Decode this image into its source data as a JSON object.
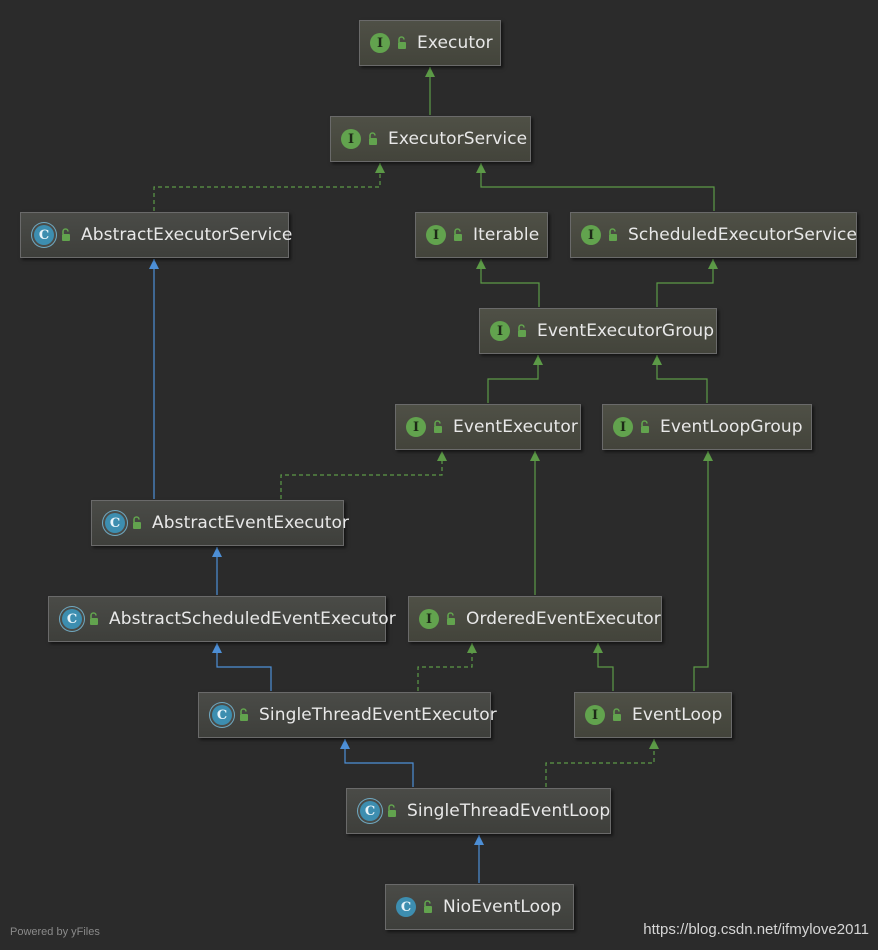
{
  "nodes": {
    "executor": {
      "label": "Executor",
      "kind": "interface"
    },
    "executorService": {
      "label": "ExecutorService",
      "kind": "interface"
    },
    "abstractExecutorService": {
      "label": "AbstractExecutorService",
      "kind": "class"
    },
    "iterable": {
      "label": "Iterable",
      "kind": "interface"
    },
    "scheduledExecutorService": {
      "label": "ScheduledExecutorService",
      "kind": "interface"
    },
    "eventExecutorGroup": {
      "label": "EventExecutorGroup",
      "kind": "interface"
    },
    "eventExecutor": {
      "label": "EventExecutor",
      "kind": "interface"
    },
    "eventLoopGroup": {
      "label": "EventLoopGroup",
      "kind": "interface"
    },
    "abstractEventExecutor": {
      "label": "AbstractEventExecutor",
      "kind": "class"
    },
    "abstractScheduledEventExecutor": {
      "label": "AbstractScheduledEventExecutor",
      "kind": "class"
    },
    "orderedEventExecutor": {
      "label": "OrderedEventExecutor",
      "kind": "interface"
    },
    "singleThreadEventExecutor": {
      "label": "SingleThreadEventExecutor",
      "kind": "class"
    },
    "eventLoop": {
      "label": "EventLoop",
      "kind": "interface"
    },
    "singleThreadEventLoop": {
      "label": "SingleThreadEventLoop",
      "kind": "class"
    },
    "nioEventLoop": {
      "label": "NioEventLoop",
      "kind": "class"
    }
  },
  "icons": {
    "interface_badge": "I",
    "class_badge": "C"
  },
  "colors": {
    "extends_interface": "#5c9a47",
    "implements": "#5c9a47",
    "extends_class": "#4d8fd6"
  },
  "footer": {
    "powered_by": "Powered by yFiles",
    "watermark": "https://blog.csdn.net/ifmylove2011"
  }
}
